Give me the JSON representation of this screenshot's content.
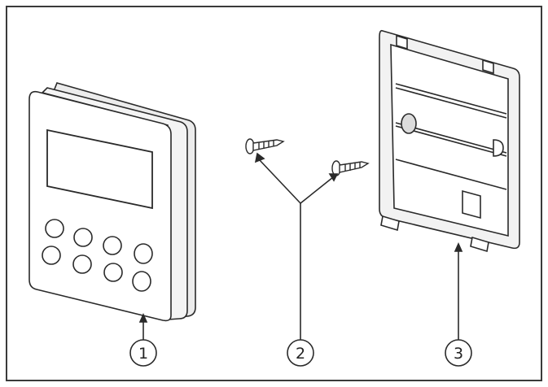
{
  "callouts": [
    {
      "label": "1"
    },
    {
      "label": "2"
    },
    {
      "label": "3"
    }
  ],
  "colors": {
    "line": "#2a2a2a",
    "frame": "#3a3a3a",
    "face": "#ffffff",
    "shade": "#e6e6e6"
  }
}
